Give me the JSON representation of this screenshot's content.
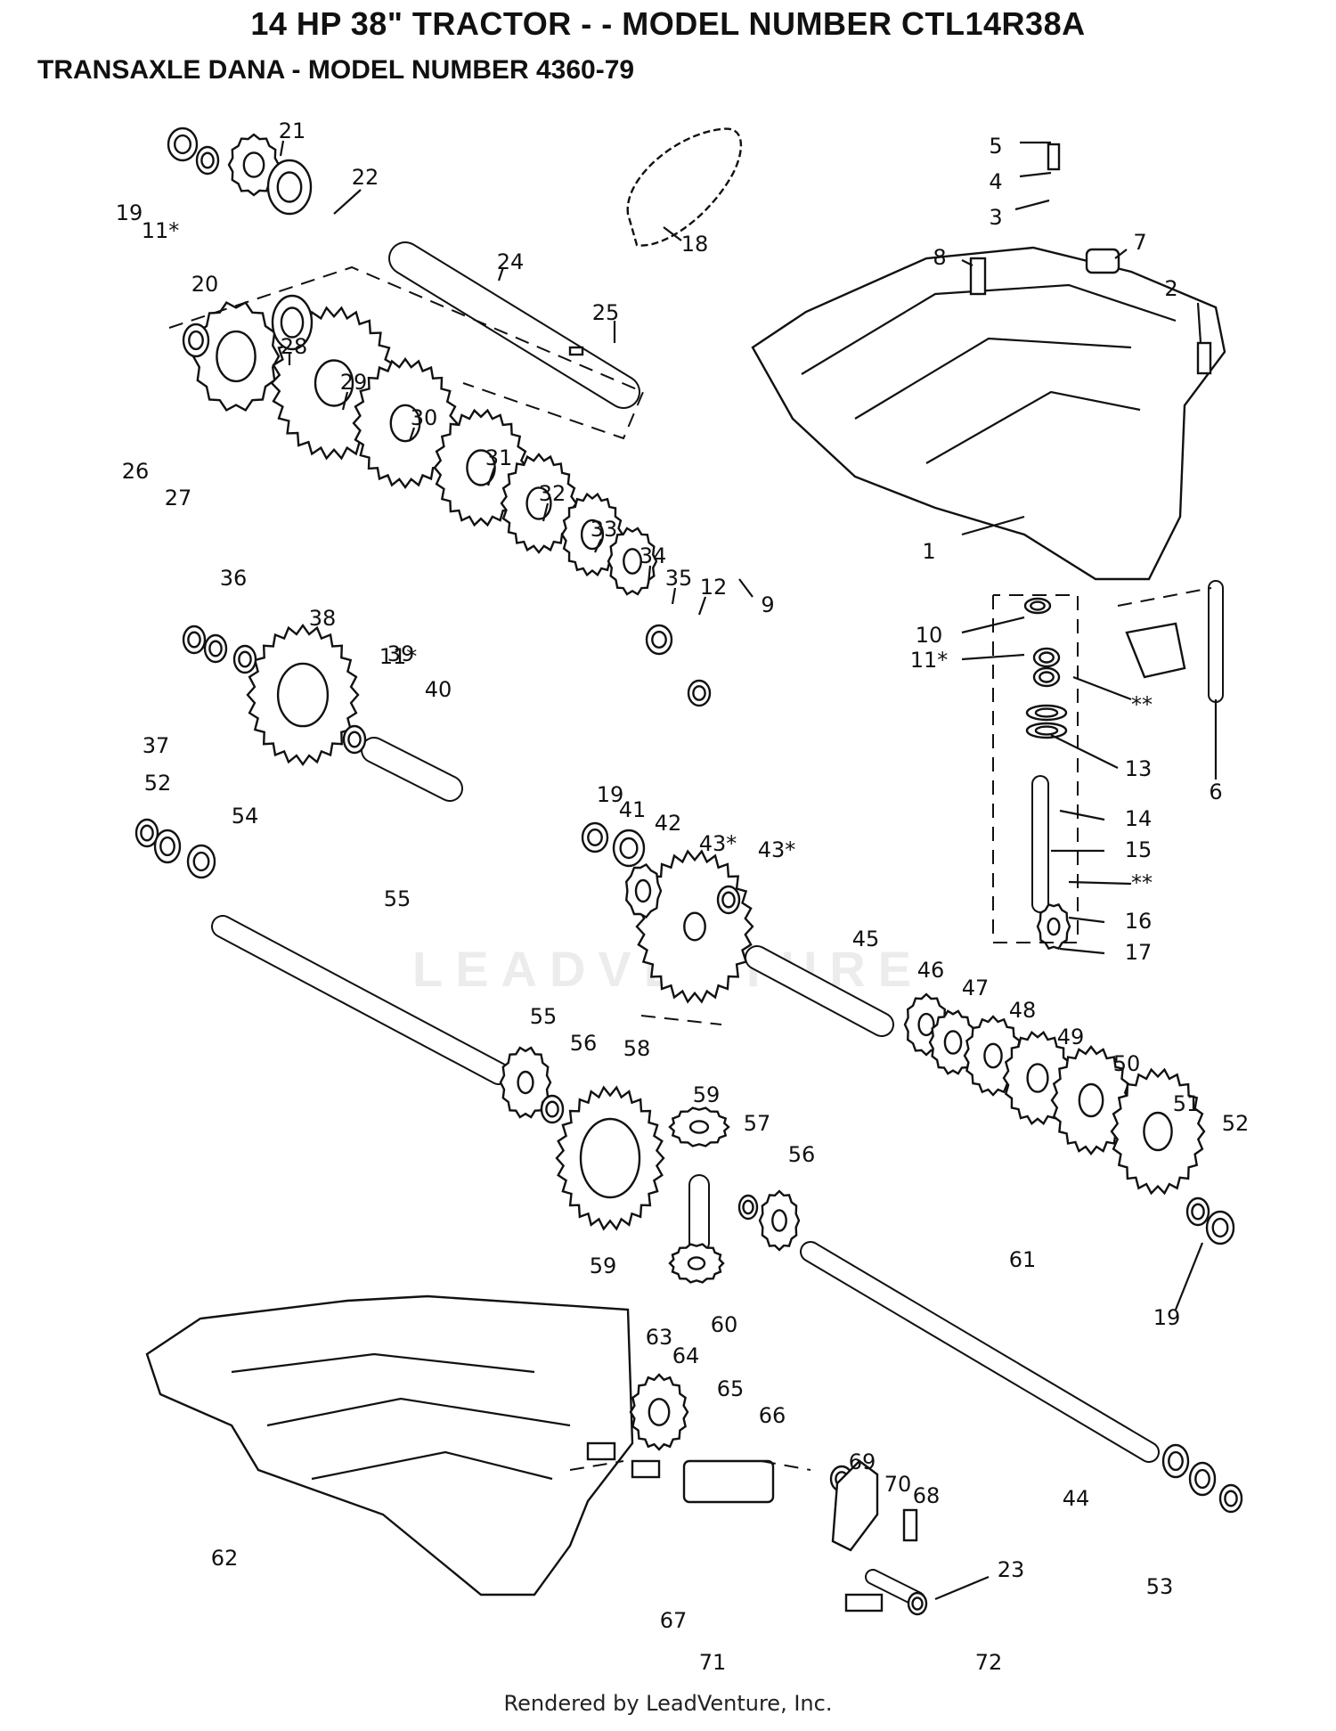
{
  "header": {
    "title": "14 HP 38\" TRACTOR - - MODEL NUMBER CTL14R38A",
    "subtitle": "TRANSAXLE DANA - MODEL NUMBER 4360-79"
  },
  "watermark": "LEADVENTURE",
  "footer": "Rendered by LeadVenture, Inc.",
  "callouts": [
    "1",
    "2",
    "3",
    "4",
    "5",
    "6",
    "7",
    "8",
    "9",
    "10",
    "11*",
    "11*",
    "11*",
    "12",
    "13",
    "14",
    "15",
    "**",
    "**",
    "16",
    "17",
    "18",
    "19",
    "19",
    "19",
    "20",
    "21",
    "22",
    "23",
    "24",
    "25",
    "26",
    "27",
    "28",
    "29",
    "30",
    "31",
    "32",
    "33",
    "34",
    "35",
    "36",
    "37",
    "38",
    "39",
    "40",
    "41",
    "42",
    "43*",
    "43*",
    "44",
    "45",
    "46",
    "47",
    "48",
    "49",
    "50",
    "51",
    "52",
    "52",
    "53",
    "54",
    "55",
    "55",
    "56",
    "56",
    "57",
    "58",
    "59",
    "59",
    "60",
    "61",
    "62",
    "63",
    "64",
    "65",
    "66",
    "67",
    "68",
    "69",
    "70",
    "71",
    "72"
  ]
}
